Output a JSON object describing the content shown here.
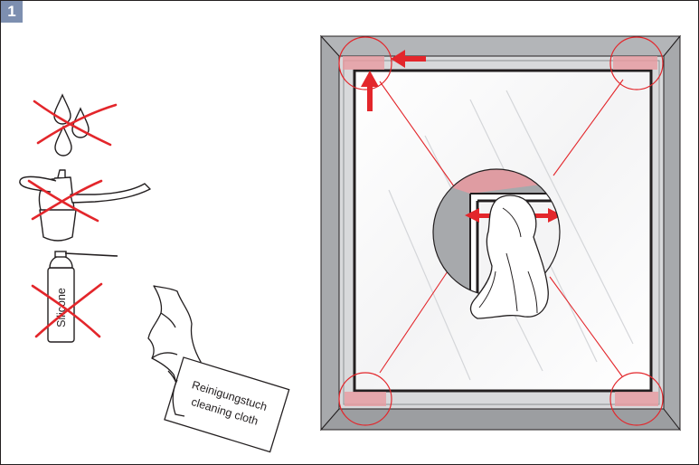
{
  "step": {
    "number": "1"
  },
  "forbidden_items": [
    {
      "name": "liquid-drops"
    },
    {
      "name": "oil-can"
    },
    {
      "name": "silicone-spray",
      "label": "Silicone"
    }
  ],
  "cleaning_cloth": {
    "label_de": "Reinigungstuch",
    "label_en": "cleaning cloth"
  },
  "colors": {
    "accent": "#e3262b",
    "highlight": "#e99aa0",
    "frame_gray": "#a7a9ac",
    "frame_dark": "#231f20",
    "step_badge": "#7d8fb0"
  }
}
